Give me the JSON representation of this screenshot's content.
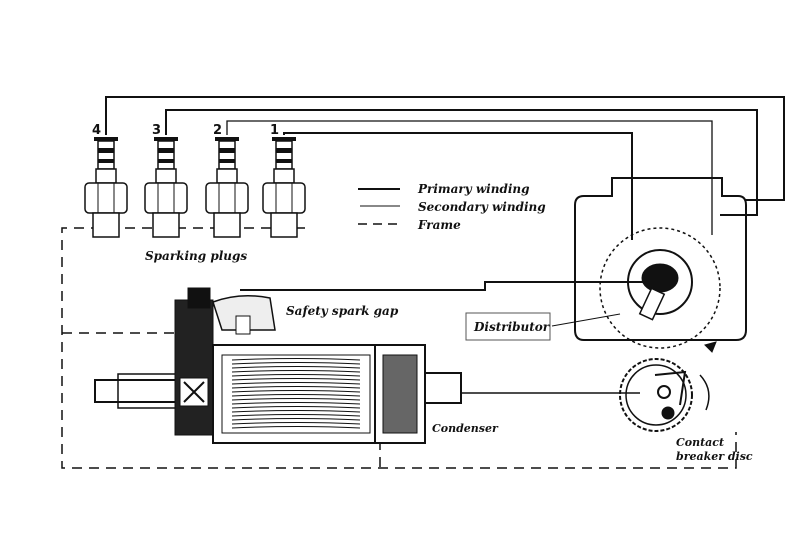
{
  "plugs": {
    "numbers": [
      "4",
      "3",
      "2",
      "1"
    ],
    "label": "Sparking plugs"
  },
  "legend": {
    "primary": "Primary winding",
    "secondary": "Secondary winding",
    "frame": "Frame"
  },
  "labels": {
    "safety_gap": "Safety spark gap",
    "distributor": "Distributor",
    "condenser": "Condenser",
    "breaker_line1": "Contact",
    "breaker_line2": "breaker disc"
  }
}
